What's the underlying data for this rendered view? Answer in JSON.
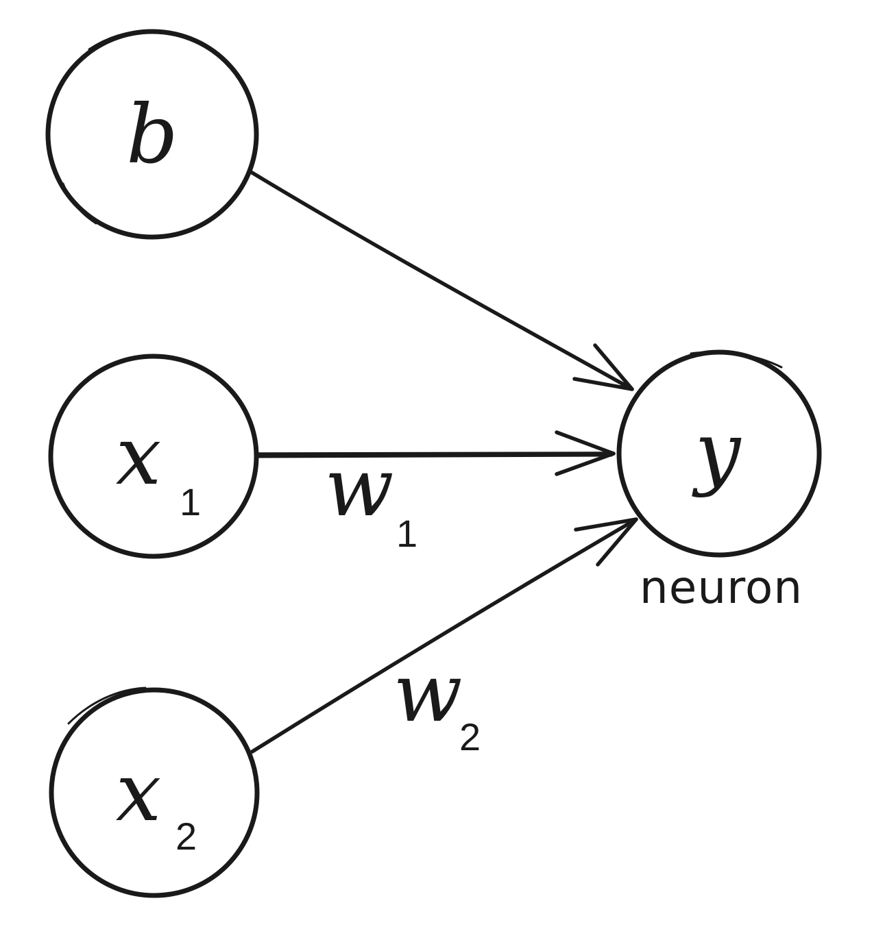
{
  "nodes": {
    "bias": {
      "symbol": "b",
      "subscript": ""
    },
    "x1": {
      "symbol": "x",
      "subscript": "1"
    },
    "x2": {
      "symbol": "x",
      "subscript": "2"
    },
    "output": {
      "symbol": "y",
      "subscript": "",
      "caption": "neuron"
    }
  },
  "edges": {
    "w1": {
      "symbol": "w",
      "subscript": "1"
    },
    "w2": {
      "symbol": "w",
      "subscript": "2"
    }
  },
  "colors": {
    "stroke": "#1a1a1a",
    "background": "#ffffff"
  }
}
